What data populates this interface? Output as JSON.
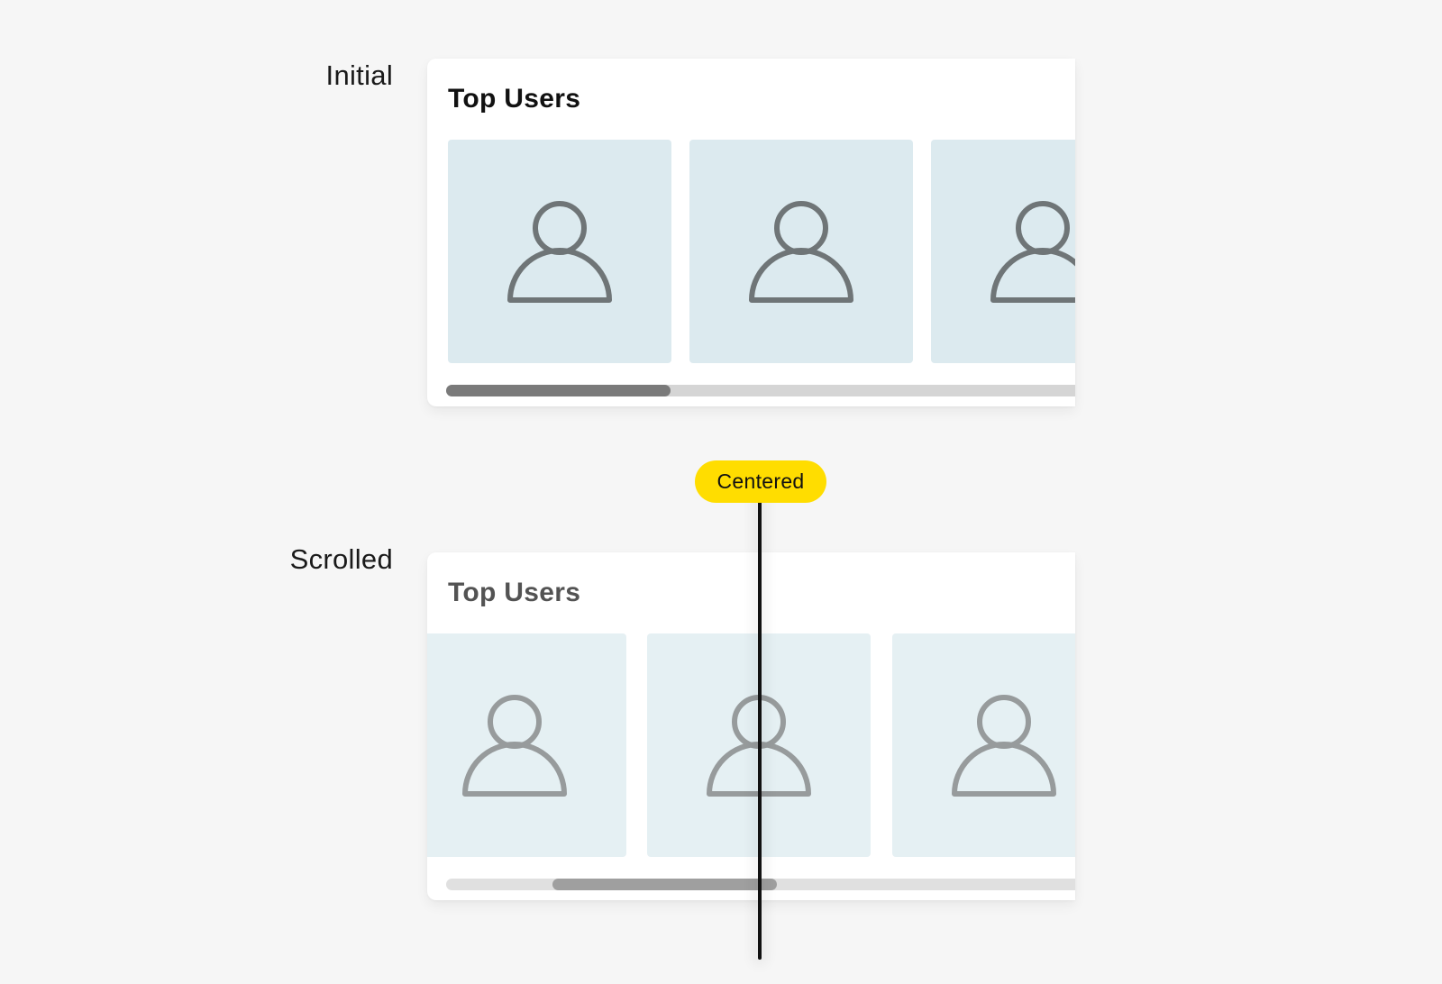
{
  "states": [
    {
      "label": "Initial",
      "card": {
        "title": "Top Users",
        "tiles": [
          {
            "icon": "user-icon"
          },
          {
            "icon": "user-icon"
          },
          {
            "icon": "user-icon"
          }
        ],
        "scrollbar": {
          "position": "start"
        }
      }
    },
    {
      "label": "Scrolled",
      "card": {
        "title": "Top Users",
        "tiles": [
          {
            "icon": "user-icon"
          },
          {
            "icon": "user-icon"
          },
          {
            "icon": "user-icon"
          }
        ],
        "scrollbar": {
          "position": "scrolled"
        }
      }
    }
  ],
  "annotation": {
    "badge_label": "Centered",
    "badge_color": "#ffdd00",
    "line_color": "#111111"
  },
  "colors": {
    "background": "#f6f6f6",
    "card": "#ffffff",
    "tile": "#dceaef",
    "icon_stroke": "#6f7577",
    "scroll_track": "#d5d5d5",
    "scroll_thumb": "#7a7a7a"
  }
}
